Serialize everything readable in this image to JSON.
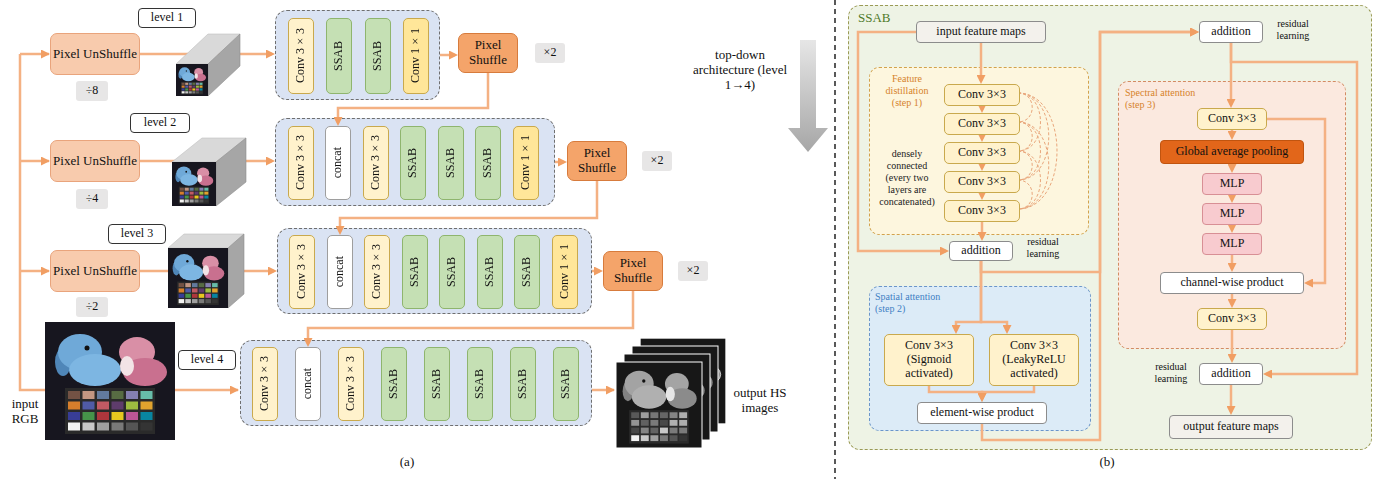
{
  "diagram": {
    "nodes": [
      {
        "text": [
          "level 1"
        ]
      },
      {
        "text": [
          "Pixel UnShuffle"
        ]
      },
      {
        "text": [
          "÷8"
        ]
      },
      {
        "text": []
      },
      {
        "text": [
          "Conv 3×3"
        ],
        "in": 3
      },
      {
        "text": [
          "SSAB"
        ],
        "in": 3
      },
      {
        "text": [
          "SSAB"
        ],
        "in": 3
      },
      {
        "text": [
          "Conv 1×1"
        ],
        "in": 3
      },
      {
        "text": [
          "Pixel Shuffle"
        ]
      },
      {
        "text": [
          "×2"
        ]
      },
      {
        "text": [
          "level 2"
        ]
      },
      {
        "text": [
          "Pixel UnShuffle"
        ]
      },
      {
        "text": [
          "÷4"
        ]
      },
      {
        "text": []
      },
      {
        "text": [
          "Conv 3×3"
        ],
        "in": 13
      },
      {
        "text": [
          "concat"
        ],
        "in": 13
      },
      {
        "text": [
          "Conv 3×3"
        ],
        "in": 13
      },
      {
        "text": [
          "SSAB"
        ],
        "in": 13
      },
      {
        "text": [
          "SSAB"
        ],
        "in": 13
      },
      {
        "text": [
          "SSAB"
        ],
        "in": 13
      },
      {
        "text": [
          "Conv 1×1"
        ],
        "in": 13
      },
      {
        "text": [
          "Pixel Shuffle"
        ]
      },
      {
        "text": [
          "×2"
        ]
      },
      {
        "text": [
          "level 3"
        ]
      },
      {
        "text": [
          "Pixel UnShuffle"
        ]
      },
      {
        "text": [
          "÷2"
        ]
      },
      {
        "text": []
      },
      {
        "text": [
          "Conv 3×3"
        ],
        "in": 26
      },
      {
        "text": [
          "concat"
        ],
        "in": 26
      },
      {
        "text": [
          "Conv 3×3"
        ],
        "in": 26
      },
      {
        "text": [
          "SSAB"
        ],
        "in": 26
      },
      {
        "text": [
          "SSAB"
        ],
        "in": 26
      },
      {
        "text": [
          "SSAB"
        ],
        "in": 26
      },
      {
        "text": [
          "SSAB"
        ],
        "in": 26
      },
      {
        "text": [
          "Conv 1×1"
        ],
        "in": 26
      },
      {
        "text": [
          "Pixel Shuffle"
        ]
      },
      {
        "text": [
          "×2"
        ]
      },
      {
        "text": [
          "level 4"
        ]
      },
      {
        "text": []
      },
      {
        "text": [
          "Conv 3×3"
        ],
        "in": 38
      },
      {
        "text": [
          "concat"
        ],
        "in": 38
      },
      {
        "text": [
          "Conv 3×3"
        ],
        "in": 38
      },
      {
        "text": [
          "SSAB"
        ],
        "in": 38
      },
      {
        "text": [
          "SSAB"
        ],
        "in": 38
      },
      {
        "text": [
          "SSAB"
        ],
        "in": 38
      },
      {
        "text": [
          "SSAB"
        ],
        "in": 38
      },
      {
        "text": [
          "SSAB"
        ],
        "in": 38
      },
      {
        "text": [
          "SSAB"
        ]
      },
      {
        "text": [
          "input feature maps"
        ],
        "in": 47
      },
      {
        "text": [
          "Feature distillation (step 1)",
          "densely connected (every two layers are concatenated)"
        ],
        "in": 47
      },
      {
        "text": [
          "Conv 3×3"
        ],
        "in": 49
      },
      {
        "text": [
          "Conv 3×3"
        ],
        "in": 49
      },
      {
        "text": [
          "Conv 3×3"
        ],
        "in": 49
      },
      {
        "text": [
          "Conv 3×3"
        ],
        "in": 49
      },
      {
        "text": [
          "Conv 3×3"
        ],
        "in": 49
      },
      {
        "text": [
          "addition"
        ],
        "in": 47
      },
      {
        "text": [
          "Spatial attention (step 2)"
        ],
        "in": 47
      },
      {
        "text": [
          "Conv 3×3 (Sigmoid activated)"
        ],
        "in": 56
      },
      {
        "text": [
          "Conv 3×3 (LeakyReLU activated)"
        ],
        "in": 56
      },
      {
        "text": [
          "element-wise product"
        ],
        "in": 56
      },
      {
        "text": [
          "addition"
        ],
        "in": 47
      },
      {
        "text": [
          "Spectral attention (step 3)"
        ],
        "in": 47
      },
      {
        "text": [
          "Conv 3×3"
        ],
        "in": 61
      },
      {
        "text": [
          "Global average pooling"
        ],
        "in": 61
      },
      {
        "text": [
          "MLP"
        ],
        "in": 61
      },
      {
        "text": [
          "MLP"
        ],
        "in": 61
      },
      {
        "text": [
          "MLP"
        ],
        "in": 61
      },
      {
        "text": [
          "channel-wise product"
        ],
        "in": 61
      },
      {
        "text": [
          "Conv 3×3"
        ],
        "in": 61
      },
      {
        "text": [
          "addition"
        ],
        "in": 47
      },
      {
        "text": [
          "output feature maps"
        ],
        "in": 47
      }
    ],
    "edges": [
      {
        "from": 1,
        "to": 3,
        "arrow": "to"
      },
      {
        "from": 3,
        "to": 8,
        "arrow": "to"
      },
      {
        "from": 8,
        "to": 15,
        "arrow": "to"
      },
      {
        "from": 11,
        "to": 13,
        "arrow": "to"
      },
      {
        "from": 13,
        "to": 21,
        "arrow": "to"
      },
      {
        "from": 21,
        "to": 28,
        "arrow": "to"
      },
      {
        "from": 24,
        "to": 26,
        "arrow": "to"
      },
      {
        "from": 26,
        "to": 35,
        "arrow": "to"
      },
      {
        "from": 35,
        "to": 40,
        "arrow": "to"
      },
      {
        "from": 48,
        "to": 50,
        "arrow": "to"
      },
      {
        "from": 50,
        "to": 51,
        "arrow": "to"
      },
      {
        "from": 51,
        "to": 52,
        "arrow": "to"
      },
      {
        "from": 52,
        "to": 53,
        "arrow": "to"
      },
      {
        "from": 53,
        "to": 54,
        "arrow": "to"
      },
      {
        "from": 54,
        "to": 55,
        "arrow": "to"
      },
      {
        "from": 48,
        "to": 55,
        "arrow": "to"
      },
      {
        "from": 55,
        "to": 57,
        "arrow": "to"
      },
      {
        "from": 55,
        "to": 58,
        "arrow": "to"
      },
      {
        "from": 57,
        "to": 59,
        "arrow": "to"
      },
      {
        "from": 58,
        "to": 59,
        "arrow": "to"
      },
      {
        "from": 59,
        "to": 60,
        "arrow": "to"
      },
      {
        "from": 55,
        "to": 60,
        "arrow": "to"
      },
      {
        "from": 60,
        "to": 62,
        "arrow": "to"
      },
      {
        "from": 62,
        "to": 63,
        "arrow": "to"
      },
      {
        "from": 63,
        "to": 64,
        "arrow": "to"
      },
      {
        "from": 64,
        "to": 65,
        "arrow": "to"
      },
      {
        "from": 65,
        "to": 66,
        "arrow": "to"
      },
      {
        "from": 66,
        "to": 67,
        "arrow": "to"
      },
      {
        "from": 62,
        "to": 67,
        "arrow": "to"
      },
      {
        "from": 67,
        "to": 68,
        "arrow": "to"
      },
      {
        "from": 68,
        "to": 69,
        "arrow": "to"
      },
      {
        "from": 60,
        "to": 69,
        "arrow": "to"
      },
      {
        "from": 69,
        "to": 70,
        "arrow": "to"
      }
    ],
    "labels": [
      "input RGB",
      "output HS images",
      "top-down architecture (level 1→4)",
      "(a)",
      "(b)",
      "residual learning",
      "residual learning",
      "residual learning"
    ]
  }
}
